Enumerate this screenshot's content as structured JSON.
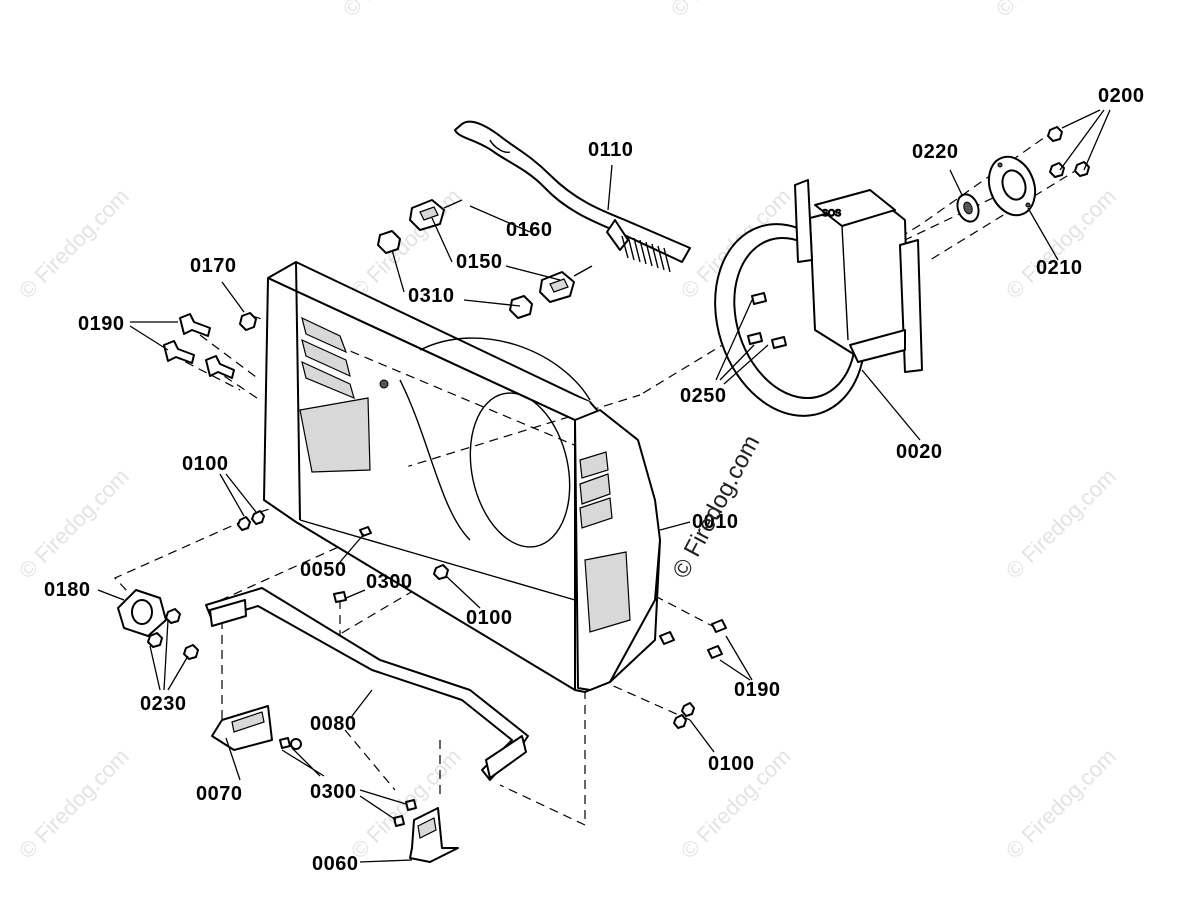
{
  "watermark": {
    "text": "© Firedog.com",
    "center_text": "© Firedog.com"
  },
  "callouts": [
    {
      "id": "c0200",
      "label": "0200"
    },
    {
      "id": "c0110",
      "label": "0110"
    },
    {
      "id": "c0220",
      "label": "0220"
    },
    {
      "id": "c0160",
      "label": "0160"
    },
    {
      "id": "c0150",
      "label": "0150"
    },
    {
      "id": "c0170",
      "label": "0170"
    },
    {
      "id": "c0310",
      "label": "0310"
    },
    {
      "id": "c0210",
      "label": "0210"
    },
    {
      "id": "c0190a",
      "label": "0190"
    },
    {
      "id": "c0250",
      "label": "0250"
    },
    {
      "id": "c0020",
      "label": "0020"
    },
    {
      "id": "c0100a",
      "label": "0100"
    },
    {
      "id": "c0010",
      "label": "0010"
    },
    {
      "id": "c0050",
      "label": "0050"
    },
    {
      "id": "c0300a",
      "label": "0300"
    },
    {
      "id": "c0180",
      "label": "0180"
    },
    {
      "id": "c0100b",
      "label": "0100"
    },
    {
      "id": "c0230",
      "label": "0230"
    },
    {
      "id": "c0190b",
      "label": "0190"
    },
    {
      "id": "c0080",
      "label": "0080"
    },
    {
      "id": "c0100c",
      "label": "0100"
    },
    {
      "id": "c0070",
      "label": "0070"
    },
    {
      "id": "c0300b",
      "label": "0300"
    },
    {
      "id": "c0060",
      "label": "0060"
    }
  ],
  "part_stamp": "SOS"
}
